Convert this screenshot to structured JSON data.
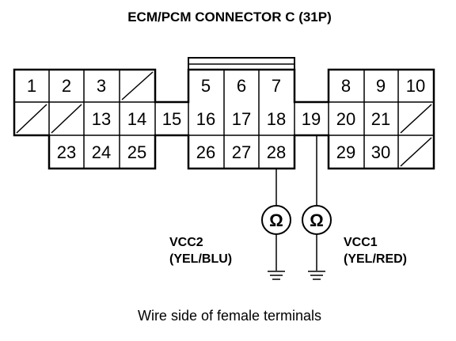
{
  "diagram": {
    "title": "ECM/PCM CONNECTOR C (31P)",
    "caption": "Wire side of female terminals",
    "connector": {
      "row1": [
        "1",
        "2",
        "3",
        "",
        "5",
        "6",
        "7",
        "",
        "8",
        "9",
        "10"
      ],
      "row2": [
        "",
        "",
        "13",
        "14",
        "15",
        "16",
        "17",
        "18",
        "19",
        "20",
        "21",
        ""
      ],
      "row3": [
        "23",
        "24",
        "25",
        "26",
        "27",
        "28",
        "29",
        "30",
        ""
      ]
    },
    "probes": [
      {
        "terminal": "28",
        "symbol": "Ω",
        "name": "VCC2",
        "wire": "(YEL/BLU)"
      },
      {
        "terminal": "19",
        "symbol": "Ω",
        "name": "VCC1",
        "wire": "(YEL/RED)"
      }
    ]
  }
}
